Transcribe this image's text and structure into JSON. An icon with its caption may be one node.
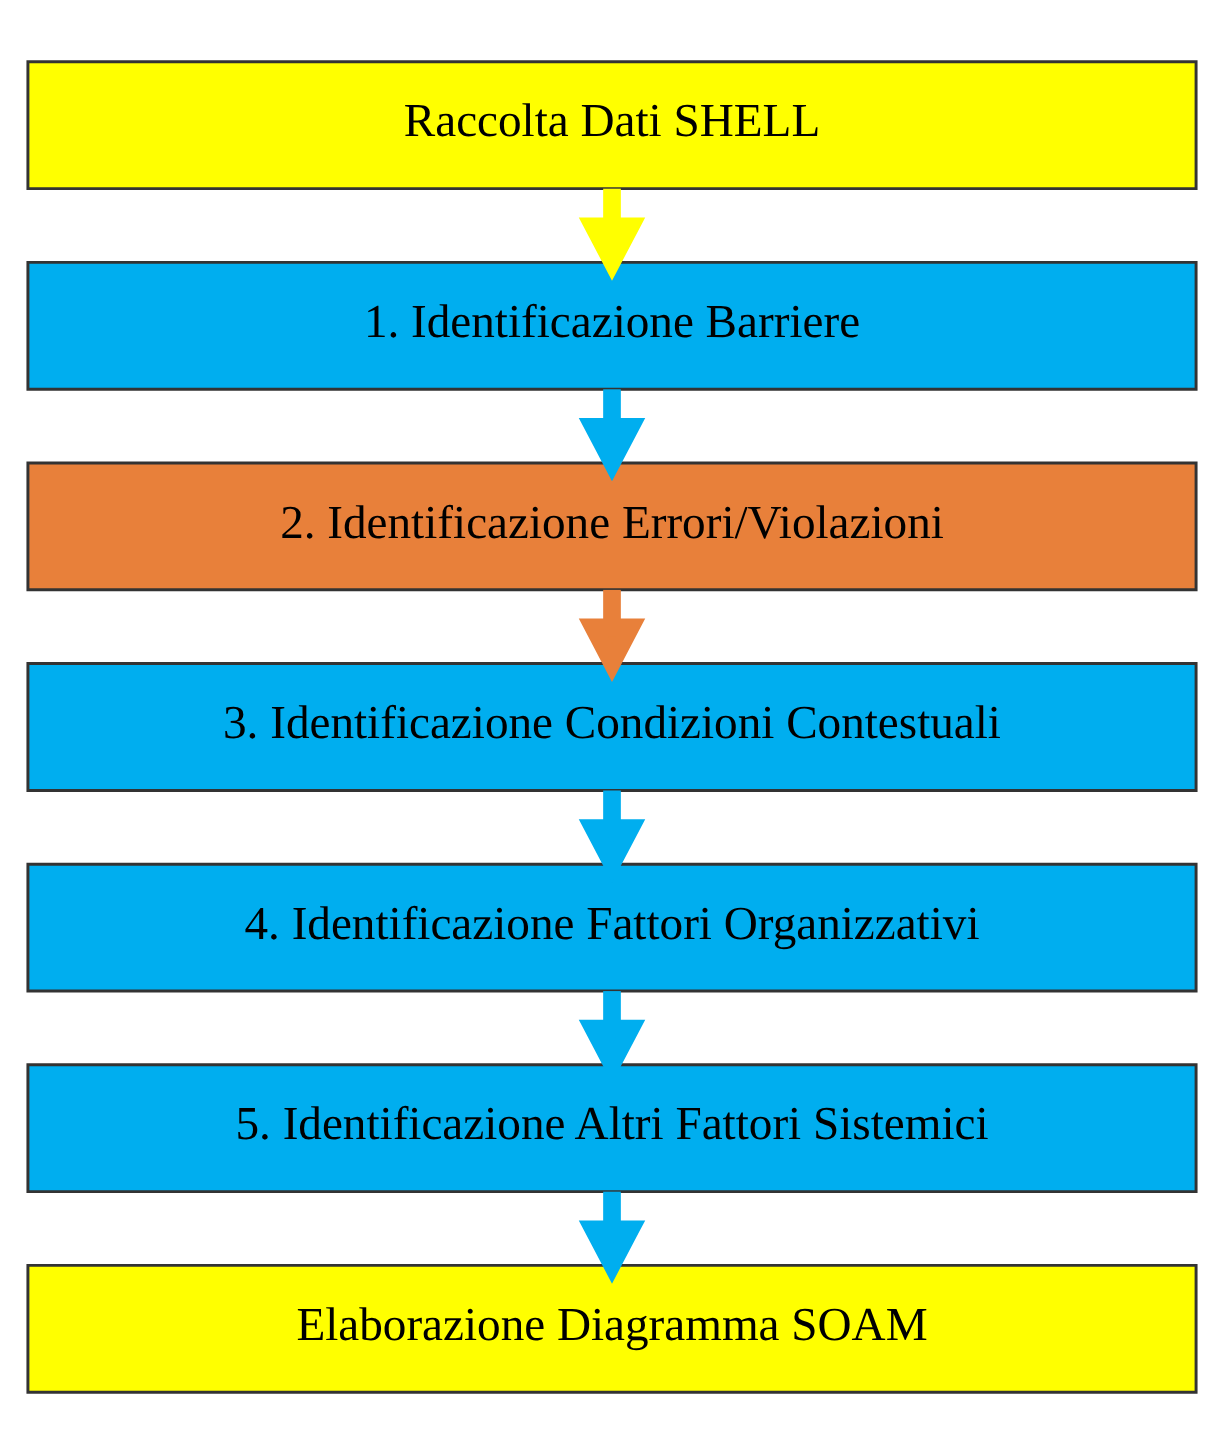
{
  "diagram": {
    "nodes": [
      {
        "text": [
          "Raccolta Dati SHELL"
        ]
      },
      {
        "text": [
          "1. Identificazione Barriere"
        ]
      },
      {
        "text": [
          "2. Identificazione Errori/Violazioni"
        ]
      },
      {
        "text": [
          "3. Identificazione Condizioni Contestuali"
        ]
      },
      {
        "text": [
          "4. Identificazione Fattori Organizzativi"
        ]
      },
      {
        "text": [
          "5. Identificazione Altri Fattori Sistemici"
        ]
      },
      {
        "text": [
          "Elaborazione Diagramma SOAM"
        ]
      }
    ],
    "edges": [
      {
        "from": 0,
        "to": 1,
        "arrow": "to",
        "color": "#ffff00"
      },
      {
        "from": 1,
        "to": 2,
        "arrow": "to"
      },
      {
        "from": 2,
        "to": 3,
        "arrow": "to",
        "color": "#e8803a"
      },
      {
        "from": 3,
        "to": 4,
        "arrow": "to"
      },
      {
        "from": 4,
        "to": 5,
        "arrow": "to"
      },
      {
        "from": 5,
        "to": 6,
        "arrow": "to"
      }
    ]
  }
}
